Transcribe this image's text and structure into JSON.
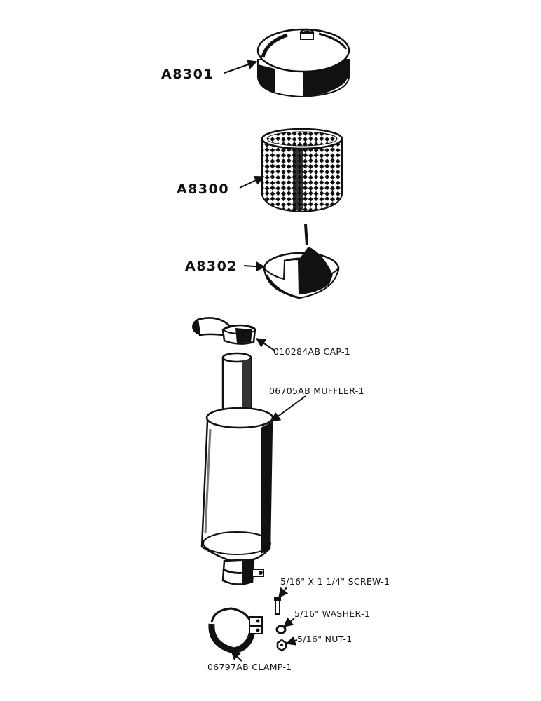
{
  "parts": [
    {
      "id": "A8301",
      "text": "A8301"
    },
    {
      "id": "A8300",
      "text": "A8300"
    },
    {
      "id": "A8302",
      "text": "A8302"
    },
    {
      "id": "cap",
      "text": "010284AB CAP-1"
    },
    {
      "id": "muffler",
      "text": "06705AB MUFFLER-1"
    },
    {
      "id": "screw",
      "text": "5/16\" X 1 1/4\" SCREW-1"
    },
    {
      "id": "washer",
      "text": "5/16\" WASHER-1"
    },
    {
      "id": "nut",
      "text": "5/16\" NUT-1"
    },
    {
      "id": "clamp",
      "text": "06797AB CLAMP-1"
    }
  ]
}
